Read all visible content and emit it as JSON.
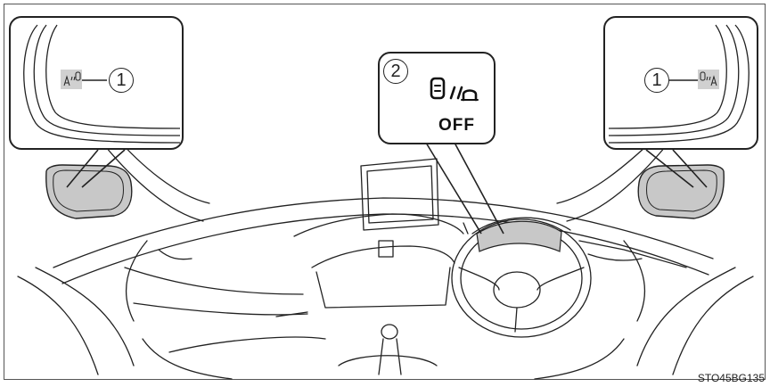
{
  "labels": {
    "mirror_left_number": "1",
    "mirror_right_number": "1",
    "switch_number": "2",
    "switch_off": "OFF"
  },
  "image_code": "STO45BG135",
  "icons": {
    "mirror_indicator": "bsm-outside-mirror-indicator-icon",
    "bsm_switch": "bsm-off-switch-icon"
  },
  "colors": {
    "line": "#222222",
    "shade": "#c8c8c8",
    "indicator_bg": "#d0d0d0"
  }
}
